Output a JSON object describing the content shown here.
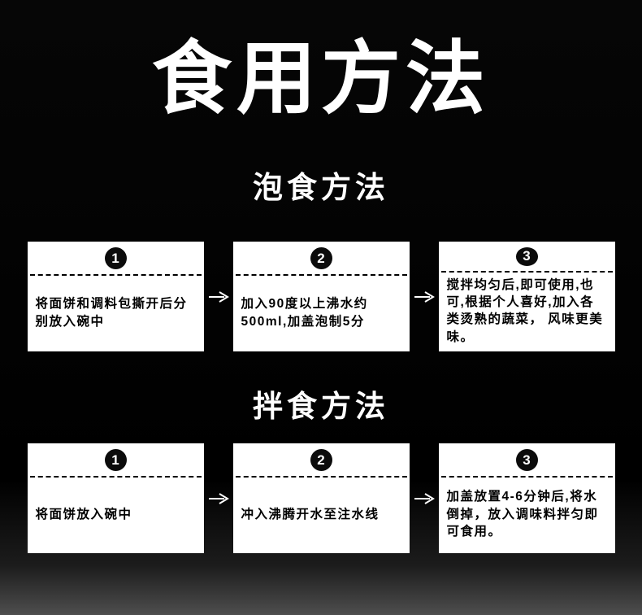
{
  "page": {
    "title": "食用方法"
  },
  "sections": [
    {
      "heading": "泡食方法",
      "steps": [
        {
          "num": "1",
          "text": "将面饼和调料包撕开后分别放入碗中"
        },
        {
          "num": "2",
          "text": "加入90度以上沸水约500ml,加盖泡制5分"
        },
        {
          "num": "3",
          "text": "搅拌均匀后,即可使用,也可,根据个人喜好,加入各类烫熟的蔬菜， 风味更美味。"
        }
      ]
    },
    {
      "heading": "拌食方法",
      "steps": [
        {
          "num": "1",
          "text": "将面饼放入碗中"
        },
        {
          "num": "2",
          "text": "冲入沸腾开水至注水线"
        },
        {
          "num": "3",
          "text": "加盖放置4-6分钟后,将水倒掉，放入调味料拌匀即可食用。"
        }
      ]
    }
  ]
}
